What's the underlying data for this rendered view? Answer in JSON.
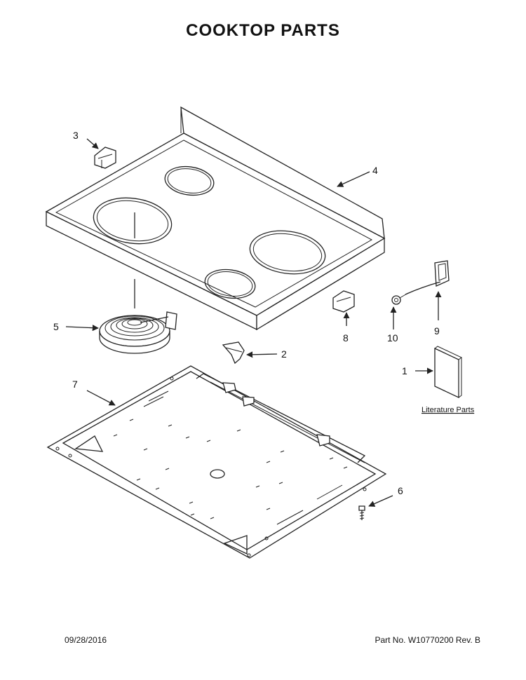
{
  "title": "COOKTOP PARTS",
  "callouts": {
    "c1": "1",
    "c2": "2",
    "c3": "3",
    "c4": "4",
    "c5": "5",
    "c6": "6",
    "c7": "7",
    "c8": "8",
    "c9": "9",
    "c10": "10"
  },
  "literature_label": "Literature Parts",
  "footer": {
    "date": "09/28/2016",
    "part_no": "Part No.  W10770200  Rev.  B"
  }
}
